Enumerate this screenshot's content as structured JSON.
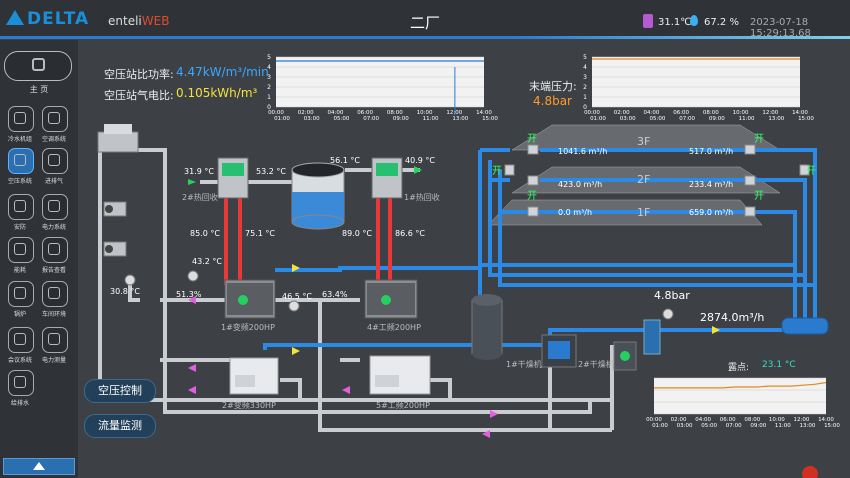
{
  "header": {
    "logo": "DELTA",
    "brand_a": "enteli",
    "brand_b": "WEB",
    "title": "二厂",
    "temperature": "31.1℃",
    "humidity": "67.2 %",
    "datetime": "2023-07-18  15:29:13.68"
  },
  "sidebar": {
    "home_label": "主 页",
    "items": [
      {
        "label": "冷水机组"
      },
      {
        "label": "空调系统"
      },
      {
        "label": "空压系统"
      },
      {
        "label": "进排气"
      },
      {
        "label": "安防"
      },
      {
        "label": "电力系统"
      },
      {
        "label": "能耗"
      },
      {
        "label": "报告查看"
      },
      {
        "label": "锅炉"
      },
      {
        "label": "车间环境"
      },
      {
        "label": "会议系统"
      },
      {
        "label": "电力测量"
      },
      {
        "label": "给排水"
      }
    ],
    "active_index": 2
  },
  "kpis": {
    "power_ratio_label": "空压站比功率:",
    "power_ratio_value": "4.47kW/m³/min",
    "gas_ratio_label": "空压站气电比:",
    "gas_ratio_value": "0.105kWh/m³",
    "end_pressure_label": "末端压力:",
    "end_pressure_value": "4.8bar"
  },
  "chart_times": [
    "00:00\n01:00",
    "02:00\n03:00",
    "04:00\n05:00",
    "06:00\n07:00",
    "08:00\n09:00",
    "10:00\n11:00",
    "12:00\n13:00",
    "14:00\n15:00"
  ],
  "chart_data": [
    {
      "type": "line",
      "yticks": [
        "5",
        "4",
        "3",
        "2",
        "1",
        "0"
      ],
      "ylim": [
        0,
        5
      ],
      "series": [
        {
          "values": [
            4.6,
            4.6,
            4.6,
            4.6,
            4.6,
            4.6,
            4.6,
            4.6,
            4.6,
            4.6,
            4.6,
            4.6,
            4.6,
            4.6,
            4.6,
            4.6
          ],
          "color": "#2a7ad0"
        }
      ]
    },
    {
      "type": "line",
      "yticks": [
        "5",
        "4",
        "3",
        "2",
        "1",
        "0"
      ],
      "ylim": [
        0,
        5
      ],
      "series": [
        {
          "values": [
            4.8,
            4.8,
            4.8,
            4.8,
            4.8,
            4.8,
            4.8,
            4.8,
            4.8,
            4.8,
            4.8,
            4.8,
            4.8,
            4.8,
            4.8,
            4.8
          ],
          "color": "#e08a20"
        }
      ]
    },
    {
      "type": "line",
      "yticks": [
        "",
        "",
        "",
        ""
      ],
      "ylim": [
        0,
        4
      ],
      "series": [
        {
          "values": [
            2.9,
            2.9,
            2.9,
            2.9,
            2.9,
            2.9,
            2.9,
            3.0,
            3.0,
            3.0,
            3.1,
            3.1,
            3.1,
            3.2,
            3.3,
            3.5
          ],
          "color": "#e08a20"
        }
      ]
    }
  ],
  "floors": [
    {
      "name": "3F",
      "left": "1041.6 m³/h",
      "right": "517.0 m³/h"
    },
    {
      "name": "2F",
      "left": "423.0 m³/h",
      "right": "233.4 m³/h"
    },
    {
      "name": "1F",
      "left": "0.0 m³/h",
      "right": "659.0 m³/h"
    }
  ],
  "valve_open": "开",
  "heat_recovery": {
    "unit2": {
      "label": "2#热回收",
      "temp_in": "31.9 °C",
      "temp_out": "53.2 °C"
    },
    "unit1": {
      "label": "1#热回收",
      "temp_in": "56.1 °C",
      "temp_out": "40.9 °C"
    },
    "pipes": {
      "t1": "85.0 °C",
      "t2": "75.1 °C",
      "t3": "89.0 °C",
      "t4": "86.6 °C"
    }
  },
  "compressors": [
    {
      "label": "1#变频200HP"
    },
    {
      "label": "4#工频200HP"
    },
    {
      "label": "2#变频330HP"
    },
    {
      "label": "5#工频200HP"
    }
  ],
  "readings": {
    "temp_a": "43.2 °C",
    "pct_a": "51.3%",
    "temp_b": "30.8 °C",
    "temp_c": "46.5 °C",
    "pct_c": "63.4%",
    "pressure": "4.8bar",
    "flow": "2874.0m³/h"
  },
  "dryers": {
    "d1": "1#干燥机",
    "d2": "2#干燥机"
  },
  "buttons": {
    "compressor_ctrl": "空压控制",
    "flow_monitor": "流量监测"
  },
  "dew": {
    "label": "露点:",
    "value": "23.1 °C"
  }
}
